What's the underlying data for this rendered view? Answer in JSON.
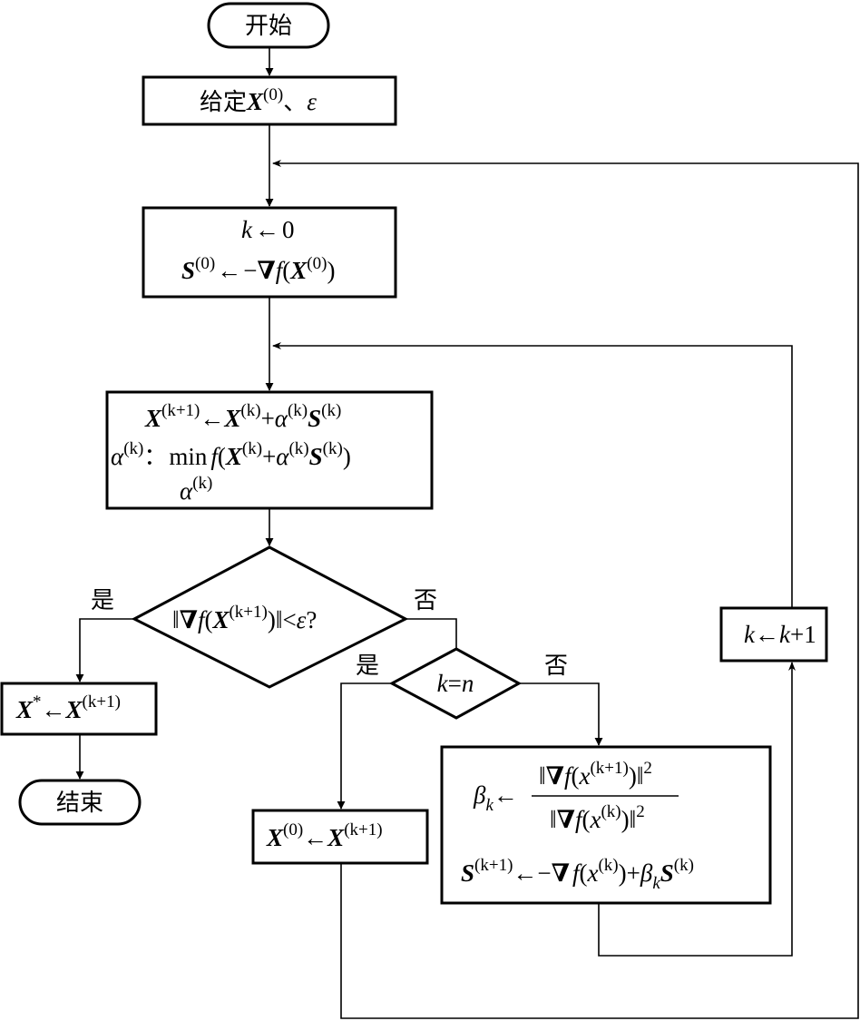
{
  "terminals": {
    "start": "开始",
    "end": "结束"
  },
  "labels": {
    "yes": "是",
    "no": "否"
  },
  "math": {
    "X": "X",
    "S": "S",
    "k": "k",
    "n": "n",
    "f": "f",
    "x": "x",
    "zero": "0",
    "one": "1",
    "alpha": "α",
    "beta": "β",
    "eps": "ε",
    "nabla": "∇",
    "arrow": "←",
    "minus": "−",
    "plus": "+",
    "eq": "=",
    "lt": "<",
    "star": "*",
    "two": "2",
    "sup0": "(0)",
    "supk": "(k)",
    "supk1": "(k+1)",
    "norm": "‖",
    "lp": "(",
    "rp": ")",
    "q": "?",
    "min": "min",
    "colon": "：",
    "dunhao": "、",
    "given": "给定"
  }
}
